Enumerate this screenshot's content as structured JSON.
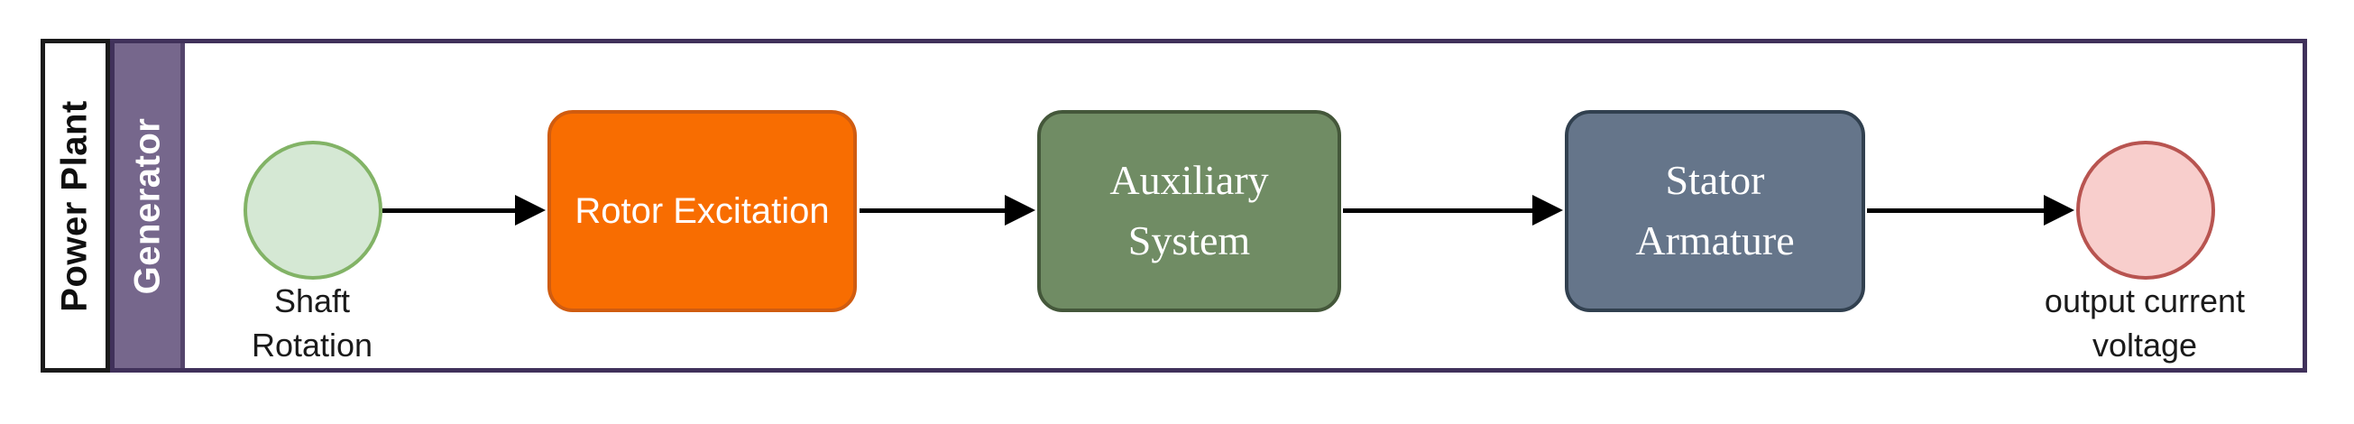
{
  "pool": {
    "label": "Power Plant"
  },
  "lane": {
    "label": "Generator"
  },
  "flow": {
    "start_event": {
      "label": "Shaft\nRotation"
    },
    "tasks": [
      {
        "label": "Rotor Excitation"
      },
      {
        "label": "Auxiliary\nSystem"
      },
      {
        "label": "Stator\nArmature"
      }
    ],
    "end_event": {
      "label": "output current\nvoltage"
    }
  },
  "colors": {
    "pool_border": "#1b1b1b",
    "lane_border": "#40315a",
    "lane_band_fill": "#76678c",
    "lane_band_border": "#53446b",
    "start_event_fill": "#d5e8d4",
    "start_event_stroke": "#82b366",
    "task_rotor_fill": "#f86d01",
    "task_rotor_stroke": "#d05c10",
    "task_aux_fill": "#708c64",
    "task_aux_stroke": "#44573a",
    "task_stator_fill": "#65758a",
    "task_stator_stroke": "#31404f",
    "end_event_fill": "#f8cecc",
    "end_event_stroke": "#b85450",
    "arrow": "#000000"
  }
}
